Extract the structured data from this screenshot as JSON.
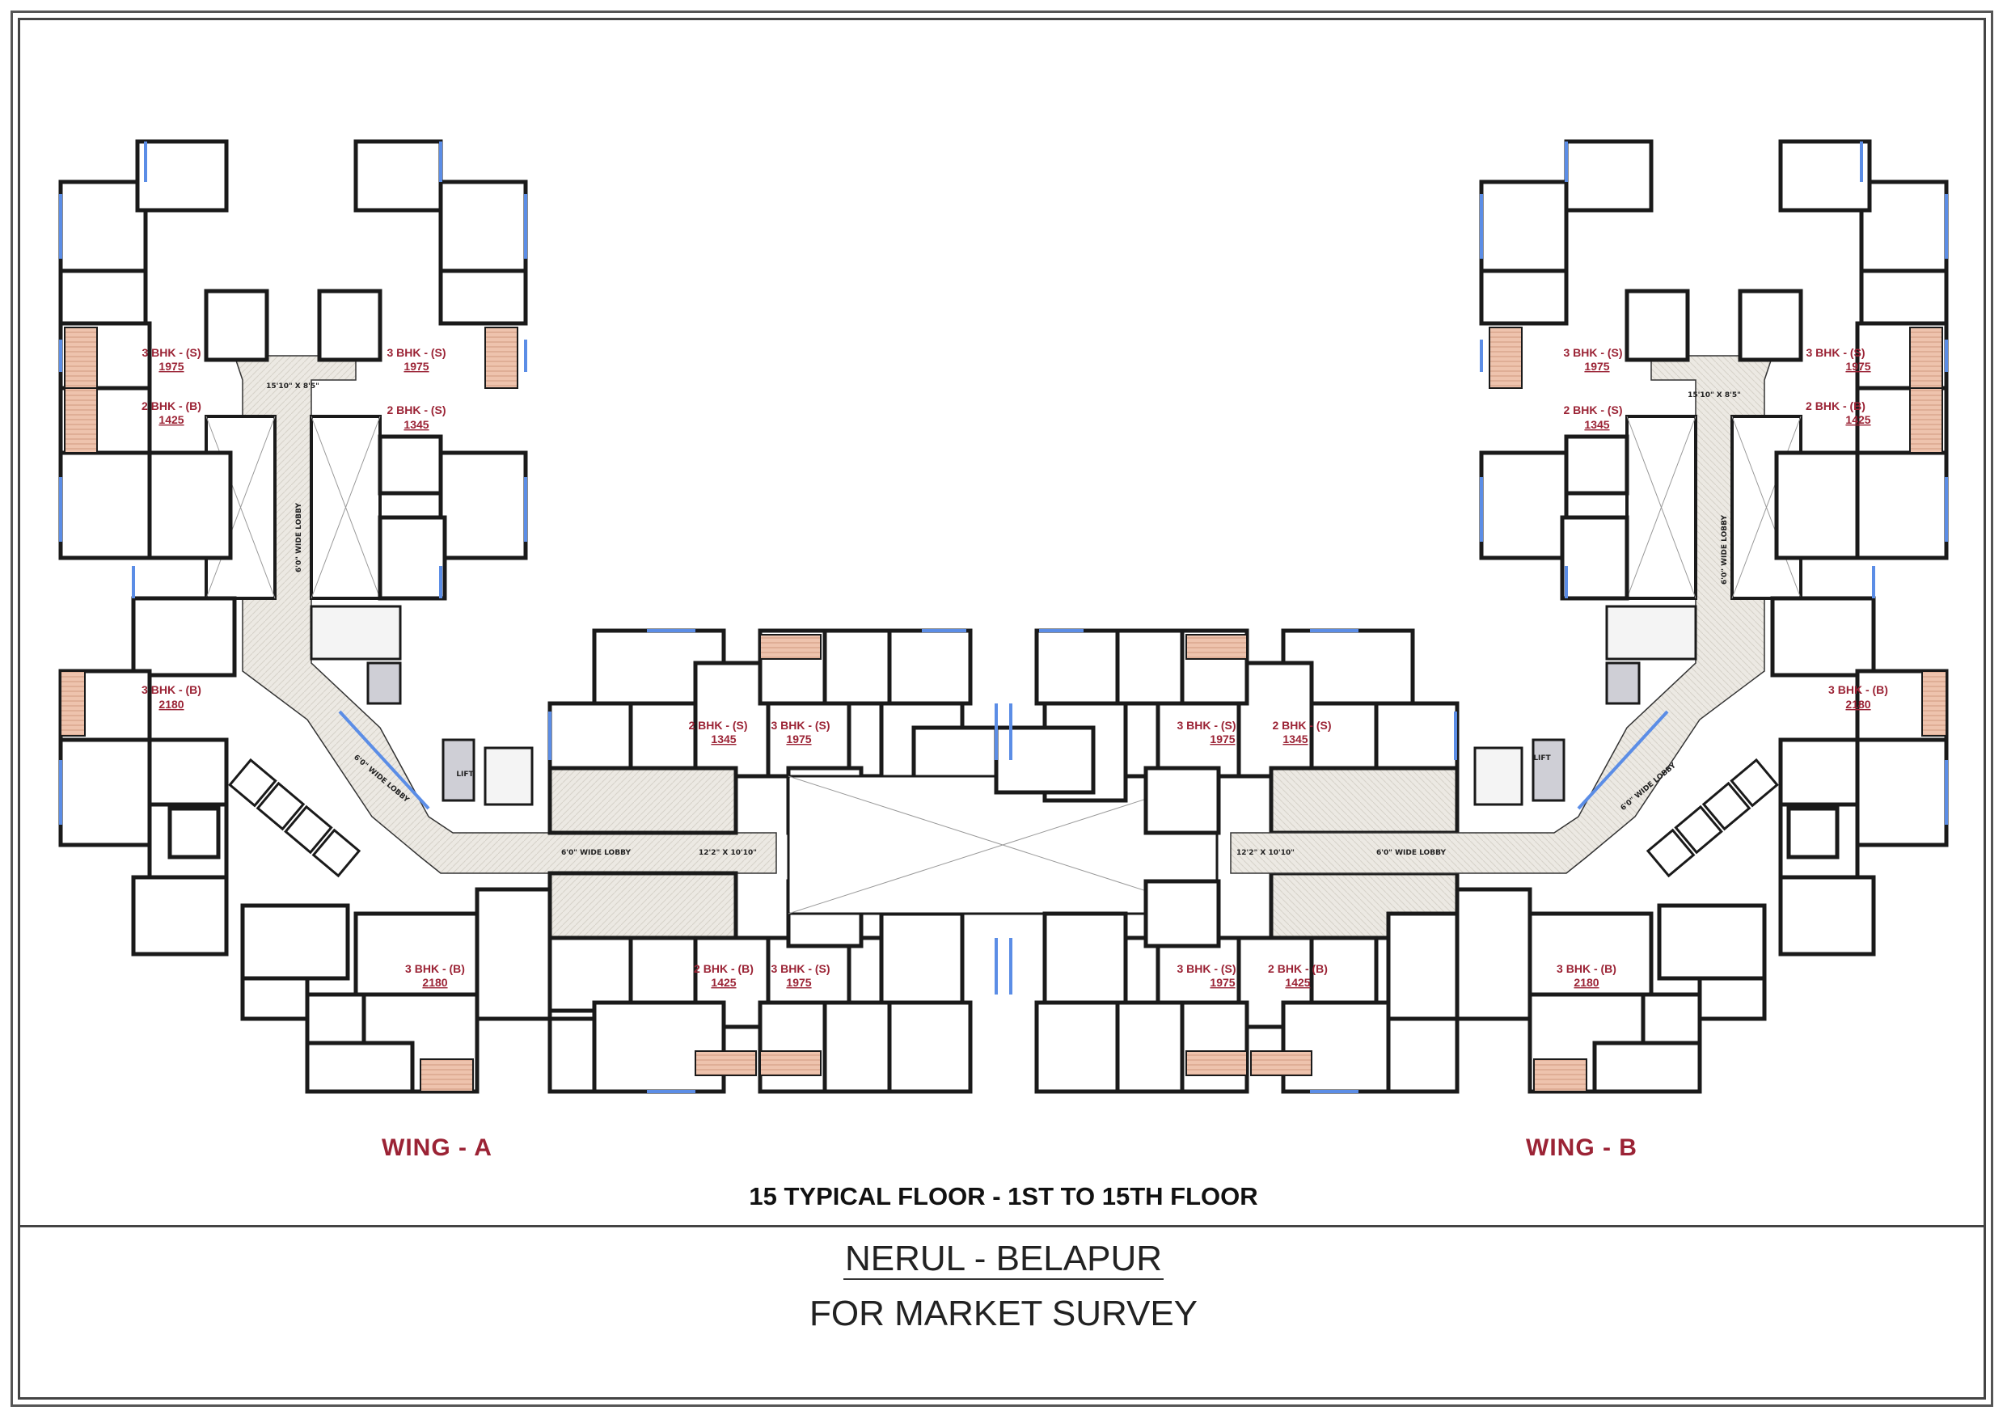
{
  "colors": {
    "unit_label": "#9b2335",
    "wall": "#1a1a1a",
    "window": "#5b8de6",
    "lobby_fill": "#e8e6e0",
    "balcony_fill": "#e9b8a0",
    "shaft_fill": "#cfcfd6"
  },
  "wings": {
    "a": "WING - A",
    "b": "WING - B"
  },
  "floor_title": "15 TYPICAL FLOOR - 1ST TO 15TH FLOOR",
  "title_block": {
    "project": "NERUL - BELAPUR",
    "purpose": "FOR MARKET SURVEY"
  },
  "units": [
    {
      "id": "a1",
      "label": "3 BHK - (S)",
      "area": "1975"
    },
    {
      "id": "a2",
      "label": "3 BHK - (S)",
      "area": "1975"
    },
    {
      "id": "a3",
      "label": "2 BHK - (B)",
      "area": "1425"
    },
    {
      "id": "a4",
      "label": "2 BHK - (S)",
      "area": "1345"
    },
    {
      "id": "a5",
      "label": "3 BHK - (B)",
      "area": "2180"
    },
    {
      "id": "a6",
      "label": "2 BHK - (S)",
      "area": "1345"
    },
    {
      "id": "a7",
      "label": "3 BHK - (S)",
      "area": "1975"
    },
    {
      "id": "a8",
      "label": "3 BHK - (B)",
      "area": "2180"
    },
    {
      "id": "a9",
      "label": "2 BHK - (B)",
      "area": "1425"
    },
    {
      "id": "a10",
      "label": "3 BHK - (S)",
      "area": "1975"
    },
    {
      "id": "b1",
      "label": "3 BHK - (S)",
      "area": "1975"
    },
    {
      "id": "b2",
      "label": "2 BHK - (S)",
      "area": "1345"
    },
    {
      "id": "b3",
      "label": "3 BHK - (S)",
      "area": "1975"
    },
    {
      "id": "b4",
      "label": "2 BHK - (S)",
      "area": "1345"
    },
    {
      "id": "b5",
      "label": "3 BHK - (B)",
      "area": "2180"
    },
    {
      "id": "b6",
      "label": "3 BHK - (S)",
      "area": "1975"
    },
    {
      "id": "b7",
      "label": "2 BHK - (B)",
      "area": "1425"
    },
    {
      "id": "b8",
      "label": "3 BHK - (B)",
      "area": "2180"
    },
    {
      "id": "b9",
      "label": "3 BHK - (S)",
      "area": "1975"
    },
    {
      "id": "b10",
      "label": "2 BHK - (B)",
      "area": "1425"
    }
  ],
  "annotations": {
    "lobby_a": "6'0\" WIDE LOBBY",
    "lobby_b": "6'0\" WIDE LOBBY",
    "lobby_center_a": "6'0\" WIDE LOBBY",
    "lobby_center_b": "6'0\" WIDE LOBBY",
    "lobby_size_a": "12'2\" X 10'10\"",
    "lobby_size_b": "12'2\" X 10'10\"",
    "lobby_top_a": "15'10\" X 8'5\"",
    "lobby_top_b": "15'10\" X 8'5\"",
    "lift": "LIFT"
  }
}
